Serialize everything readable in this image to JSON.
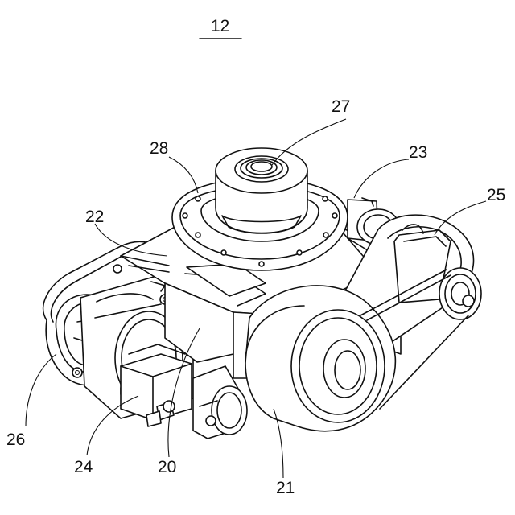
{
  "figure_label": "12",
  "colors": {
    "line": "#111111",
    "background": "#ffffff"
  },
  "reference_numerals": {
    "r20": "20",
    "r21": "21",
    "r22": "22",
    "r23": "23",
    "r24": "24",
    "r25": "25",
    "r26": "26",
    "r27": "27",
    "r28": "28"
  }
}
